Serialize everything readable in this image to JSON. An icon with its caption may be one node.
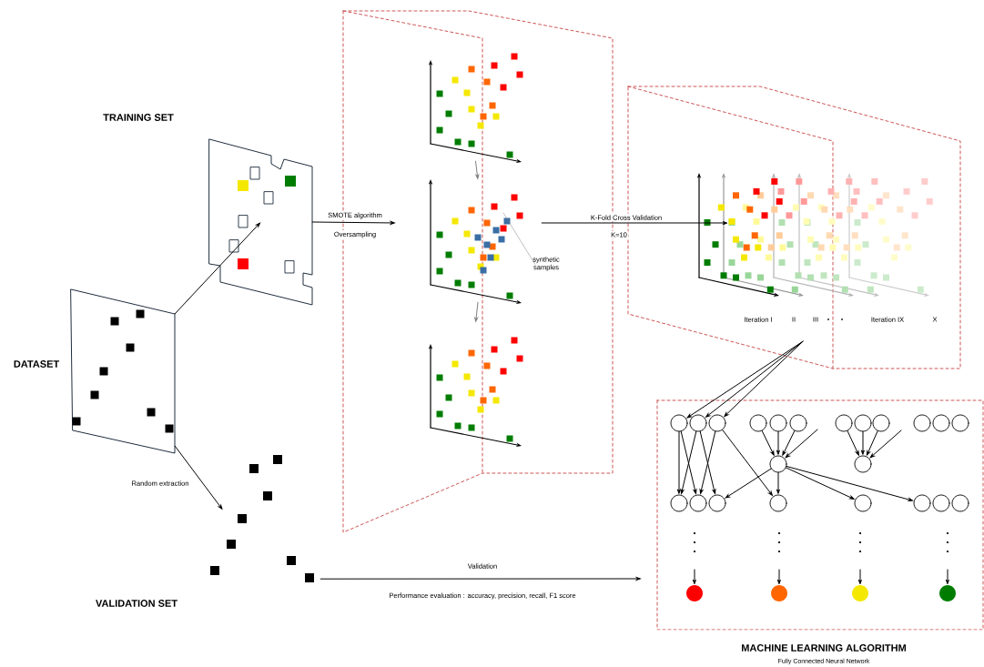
{
  "diagram": {
    "nodes": [
      {
        "text": [
          "DATASET"
        ]
      },
      {
        "text": [
          "TRAINING SET"
        ]
      },
      {
        "text": [
          "VALIDATION SET"
        ]
      },
      {
        "text": [],
        "shape": "box"
      },
      {
        "text": [],
        "shape": "picture",
        "in": 3
      },
      {
        "text": [],
        "shape": "picture",
        "in": 3
      },
      {
        "text": [],
        "shape": "picture",
        "in": 3
      },
      {
        "text": [
          "synthetic samples"
        ],
        "in": 3
      },
      {
        "text": [],
        "shape": "box"
      },
      {
        "text": [
          "MACHINE LEARNING ALGORITHM",
          "Fully Connected Neural Network"
        ]
      },
      {
        "text": [],
        "shape": "circle",
        "in": 9
      },
      {
        "text": [],
        "shape": "circle",
        "in": 9
      },
      {
        "text": [],
        "shape": "circle",
        "in": 9
      },
      {
        "text": [],
        "shape": "circle",
        "in": 9
      },
      {
        "text": [],
        "shape": "circle",
        "in": 9
      },
      {
        "text": [],
        "shape": "circle",
        "in": 9
      },
      {
        "text": [],
        "shape": "circle",
        "in": 9
      },
      {
        "text": [],
        "shape": "circle",
        "in": 9
      },
      {
        "text": [],
        "shape": "circle",
        "in": 9
      },
      {
        "text": [],
        "shape": "circle",
        "in": 9
      },
      {
        "text": [],
        "shape": "circle",
        "in": 9
      },
      {
        "text": [],
        "shape": "circle",
        "in": 9
      },
      {
        "text": [],
        "shape": "circle",
        "in": 9
      },
      {
        "text": [],
        "shape": "circle",
        "in": 9
      },
      {
        "text": [],
        "shape": "circle",
        "in": 9
      },
      {
        "text": [],
        "shape": "circle",
        "in": 9
      },
      {
        "text": [],
        "shape": "circle",
        "in": 9
      },
      {
        "text": [],
        "shape": "circle",
        "in": 9
      },
      {
        "text": [],
        "shape": "circle",
        "in": 9
      },
      {
        "text": [],
        "shape": "circle",
        "in": 9
      },
      {
        "text": [],
        "shape": "circle",
        "in": 9
      },
      {
        "text": [],
        "shape": "circle",
        "in": 9
      },
      {
        "text": [],
        "shape": "circle",
        "in": 9
      },
      {
        "text": [],
        "shape": "circle",
        "in": 9
      },
      {
        "text": [],
        "shape": "circle",
        "in": 9
      },
      {
        "text": [],
        "shape": "circle",
        "in": 9
      }
    ],
    "edges": [
      {
        "from": 0,
        "to": 1,
        "arrow": "to"
      },
      {
        "from": 0,
        "to": 2,
        "arrow": "to",
        "label": "Random extraction"
      },
      {
        "from": 1,
        "to": 5,
        "arrow": "to",
        "label": "SMOTE algorithm"
      },
      {
        "from": 4,
        "to": 5,
        "arrow": "to",
        "color": "#808080"
      },
      {
        "from": 5,
        "to": 6,
        "arrow": "to",
        "color": "#808080"
      },
      {
        "from": 7,
        "to": 5,
        "arrow": "none",
        "color": "#808080"
      },
      {
        "from": 5,
        "to": 8,
        "arrow": "to",
        "label": "K-Fold Cross Validation"
      },
      {
        "from": 2,
        "to": 9,
        "arrow": "to",
        "label": "Validation"
      },
      {
        "from": 8,
        "to": 10,
        "arrow": "to"
      },
      {
        "from": 8,
        "to": 11,
        "arrow": "to"
      },
      {
        "from": 8,
        "to": 12,
        "arrow": "to"
      },
      {
        "from": 10,
        "to": 24,
        "arrow": "to"
      },
      {
        "from": 10,
        "to": 25,
        "arrow": "to"
      },
      {
        "from": 11,
        "to": 24,
        "arrow": "to"
      },
      {
        "from": 11,
        "to": 26,
        "arrow": "to"
      },
      {
        "from": 12,
        "to": 25,
        "arrow": "to"
      },
      {
        "from": 12,
        "to": 27,
        "arrow": "to"
      },
      {
        "from": 13,
        "to": 22,
        "arrow": "to"
      },
      {
        "from": 14,
        "to": 22,
        "arrow": "to"
      },
      {
        "from": 15,
        "to": 22,
        "arrow": "to"
      },
      {
        "from": null,
        "to": 22,
        "arrow": "to"
      },
      {
        "from": 16,
        "to": 23,
        "arrow": "to"
      },
      {
        "from": 17,
        "to": 23,
        "arrow": "to"
      },
      {
        "from": 18,
        "to": 23,
        "arrow": "to"
      },
      {
        "from": null,
        "to": 23,
        "arrow": "to"
      },
      {
        "from": 22,
        "to": 26,
        "arrow": "to"
      },
      {
        "from": 22,
        "to": 27,
        "arrow": "to"
      },
      {
        "from": 22,
        "to": 28,
        "arrow": "to"
      },
      {
        "from": 22,
        "to": 29,
        "arrow": "to"
      },
      {
        "from": null,
        "to": 32,
        "arrow": "to"
      },
      {
        "from": null,
        "to": 33,
        "arrow": "to"
      },
      {
        "from": null,
        "to": 34,
        "arrow": "to"
      },
      {
        "from": null,
        "to": 35,
        "arrow": "to"
      }
    ],
    "labels": [
      "Oversampling",
      "K=10",
      "Iteration I",
      "II",
      "III",
      "Iteration IX",
      "X",
      "Performance evaluation : accuracy, precision, recall, F1 score"
    ]
  }
}
